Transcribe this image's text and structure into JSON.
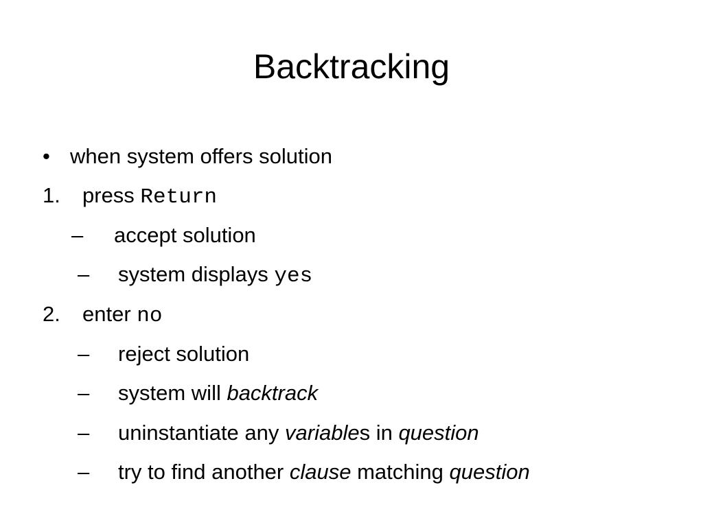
{
  "slide": {
    "title": "Backtracking",
    "items": [
      {
        "marker": "•",
        "parts": [
          "when system offers solution"
        ]
      },
      {
        "marker": "1.",
        "parts": [
          "press ",
          "Return"
        ]
      },
      {
        "marker": "–",
        "parts": [
          "accept solution"
        ]
      },
      {
        "marker": "–",
        "parts": [
          "system displays ",
          "yes"
        ]
      },
      {
        "marker": "2.",
        "parts": [
          "enter ",
          "no"
        ]
      },
      {
        "marker": "–",
        "parts": [
          "reject solution"
        ]
      },
      {
        "marker": "–",
        "parts": [
          "system will ",
          "backtrack"
        ]
      },
      {
        "marker": "–",
        "parts": [
          "uninstantiate any ",
          "variable",
          "s in ",
          "question"
        ]
      },
      {
        "marker": "–",
        "parts": [
          "try to find another ",
          "clause",
          " matching ",
          "question"
        ]
      }
    ]
  }
}
